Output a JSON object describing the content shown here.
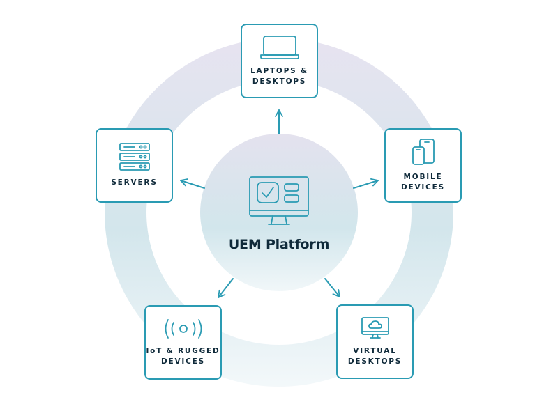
{
  "diagram": {
    "center": {
      "label": "UEM Platform",
      "icon": "monitor-dashboard-check-icon"
    },
    "nodes": [
      {
        "id": "laptops",
        "label": "LAPTOPS &\nDESKTOPS",
        "icon": "laptop-icon"
      },
      {
        "id": "mobile",
        "label": "MOBILE\nDEVICES",
        "icon": "mobile-devices-icon"
      },
      {
        "id": "virtual",
        "label": "VIRTUAL\nDESKTOPS",
        "icon": "monitor-cloud-icon"
      },
      {
        "id": "iot",
        "label": "IoT & RUGGED\nDEVICES",
        "icon": "wireless-signal-icon"
      },
      {
        "id": "servers",
        "label": "SERVERS",
        "icon": "server-rack-icon"
      }
    ],
    "edges": [
      {
        "from": "center",
        "to": "laptops"
      },
      {
        "from": "center",
        "to": "mobile"
      },
      {
        "from": "center",
        "to": "virtual"
      },
      {
        "from": "center",
        "to": "iot"
      },
      {
        "from": "center",
        "to": "servers"
      }
    ],
    "colors": {
      "accent": "#2a9bb3",
      "text": "#0f2a3a",
      "ring_top": "#e6e3ef",
      "ring_mid": "#d3e6ec",
      "ring_bottom": "#f1f7f9"
    }
  }
}
